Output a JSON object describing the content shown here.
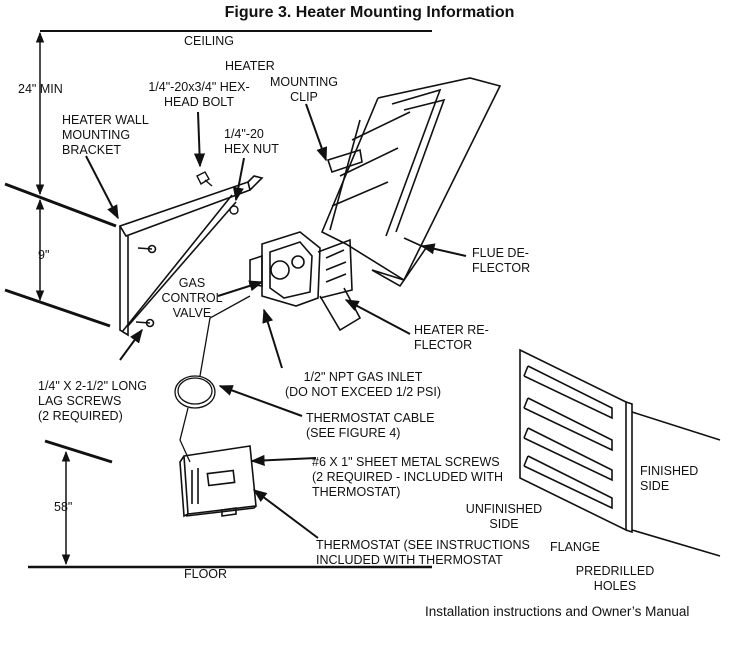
{
  "title": "Figure 3. Heater Mounting Information",
  "labels": {
    "ceiling": "CEILING",
    "heater": "HEATER",
    "dim_24": "24\" MIN",
    "hex_bolt_1": "1/4\"-20x3/4\" HEX-",
    "hex_bolt_2": "HEAD BOLT",
    "mounting_clip_1": "MOUNTING",
    "mounting_clip_2": "CLIP",
    "bracket_1": "HEATER WALL",
    "bracket_2": "MOUNTING",
    "bracket_3": "BRACKET",
    "hex_nut_1": "1/4\"-20",
    "hex_nut_2": "HEX NUT",
    "dim_9": "9\"",
    "gas_valve_1": "GAS",
    "gas_valve_2": "CONTROL",
    "gas_valve_3": "VALVE",
    "flue_1": "FLUE DE-",
    "flue_2": "FLECTOR",
    "reflector_1": "HEATER RE-",
    "reflector_2": "FLECTOR",
    "lag_1": "1/4\" X 2-1/2\" LONG",
    "lag_2": "LAG SCREWS",
    "lag_3": "(2 REQUIRED)",
    "gas_inlet_1": "1/2\" NPT GAS INLET",
    "gas_inlet_2": "(DO NOT EXCEED 1/2 PSI)",
    "thermo_cable_1": "THERMOSTAT CABLE",
    "thermo_cable_2": "(SEE FIGURE 4)",
    "sheet_screws_1": "#6 X 1\" SHEET METAL SCREWS",
    "sheet_screws_2": "(2 REQUIRED - INCLUDED WITH",
    "sheet_screws_3": "THERMOSTAT)",
    "dim_58": "58\"",
    "finished_1": "FINISHED",
    "finished_2": "SIDE",
    "unfinished_1": "UNFINISHED",
    "unfinished_2": "SIDE",
    "thermostat_1": "THERMOSTAT (SEE INSTRUCTIONS",
    "thermostat_2": "INCLUDED WITH THERMOSTAT",
    "flange": "FLANGE",
    "holes_1": "PREDRILLED",
    "holes_2": "HOLES",
    "floor": "FLOOR"
  },
  "footer": "Installation instructions and Owner’s Manual"
}
